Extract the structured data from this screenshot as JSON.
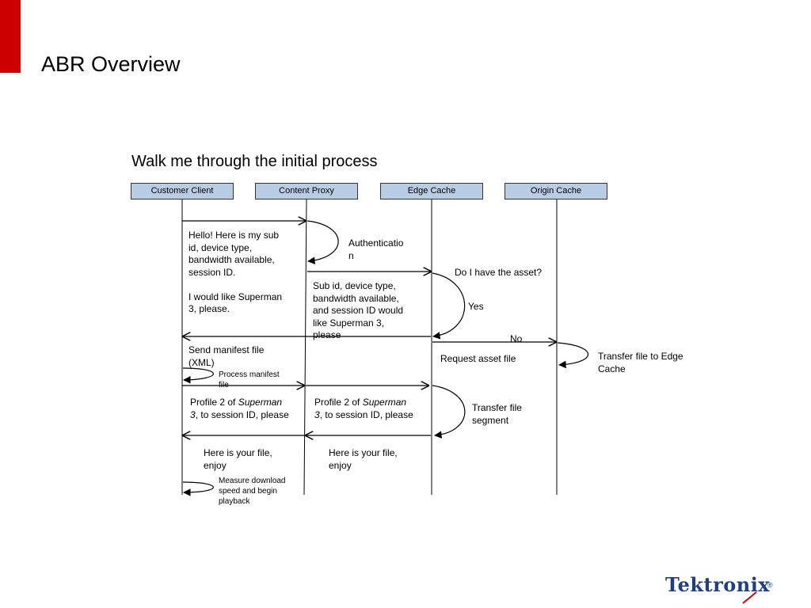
{
  "slide": {
    "title": "ABR Overview",
    "subtitle": "Walk me through the initial process"
  },
  "actors": [
    "Customer Client",
    "Content Proxy",
    "Edge Cache",
    "Origin Cache"
  ],
  "messages": {
    "hello_lines": [
      "Hello! Here is my sub",
      "id, device type,",
      "bandwidth available,",
      "session ID.",
      "",
      "I would like Superman",
      "3, please."
    ],
    "authentication_lines": [
      "Authenticatio",
      "n"
    ],
    "do_i_have_asset": "Do I have the asset?",
    "subid_lines": [
      "Sub id, device type,",
      "bandwidth available,",
      "and session ID would",
      "like Superman 3,",
      "please"
    ],
    "yes": "Yes",
    "no": "No",
    "send_manifest_lines": [
      "Send manifest file",
      "(XML)"
    ],
    "request_asset": "Request asset file",
    "transfer_edge_lines": [
      "Transfer file to Edge",
      "Cache"
    ],
    "process_manifest_lines": [
      "Process manifest",
      "file"
    ],
    "profile2_client": {
      "prefix": "Profile 2 of ",
      "title": "Superman",
      "line2_title": "3",
      "line2_rest": ", to session ID, please"
    },
    "profile2_proxy": {
      "prefix": "Profile 2 of ",
      "title": "Superman",
      "line2_title": "3",
      "line2_rest": ", to session ID, please"
    },
    "transfer_segment_lines": [
      "Transfer file",
      "segment"
    ],
    "here_client_lines": [
      "Here is your file,",
      "enjoy"
    ],
    "here_proxy_lines": [
      "Here is your file,",
      "enjoy"
    ],
    "measure_lines": [
      "Measure download",
      "speed and begin",
      "playback"
    ]
  },
  "logo": {
    "text": "Tektronix",
    "reg": "®"
  },
  "colors": {
    "accent": "#cc0000",
    "actor_fill": "#b8cce4",
    "logo": "#1f3f7f"
  }
}
